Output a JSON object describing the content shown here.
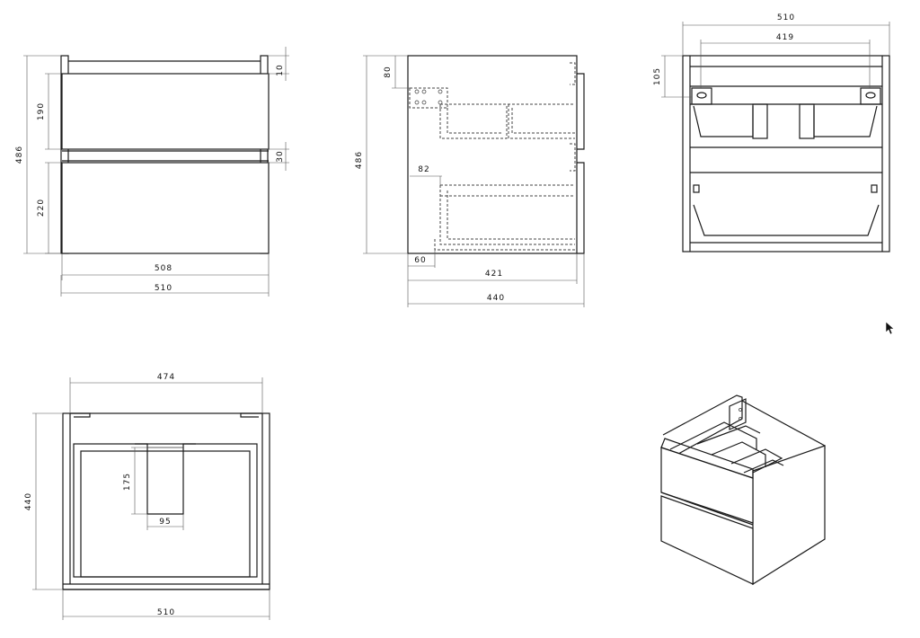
{
  "front_view": {
    "top_gap": "10",
    "upper_drawer_height": "190",
    "drawer_gap": "30",
    "lower_drawer_height": "220",
    "total_height": "486",
    "front_width": "508",
    "overall_width": "510"
  },
  "side_view": {
    "top_offset": "80",
    "total_height": "486",
    "drawer_inset": "82",
    "bottom_offset": "60",
    "inner_depth": "421",
    "overall_depth": "440"
  },
  "back_view": {
    "overall_width": "510",
    "bracket_spacing": "419",
    "bracket_height": "105"
  },
  "top_view": {
    "inner_width": "474",
    "overall_depth": "440",
    "cutout_depth": "175",
    "cutout_width": "95",
    "overall_width": "510"
  },
  "colors": {
    "line": "#1a1a1a",
    "background": "#ffffff"
  }
}
